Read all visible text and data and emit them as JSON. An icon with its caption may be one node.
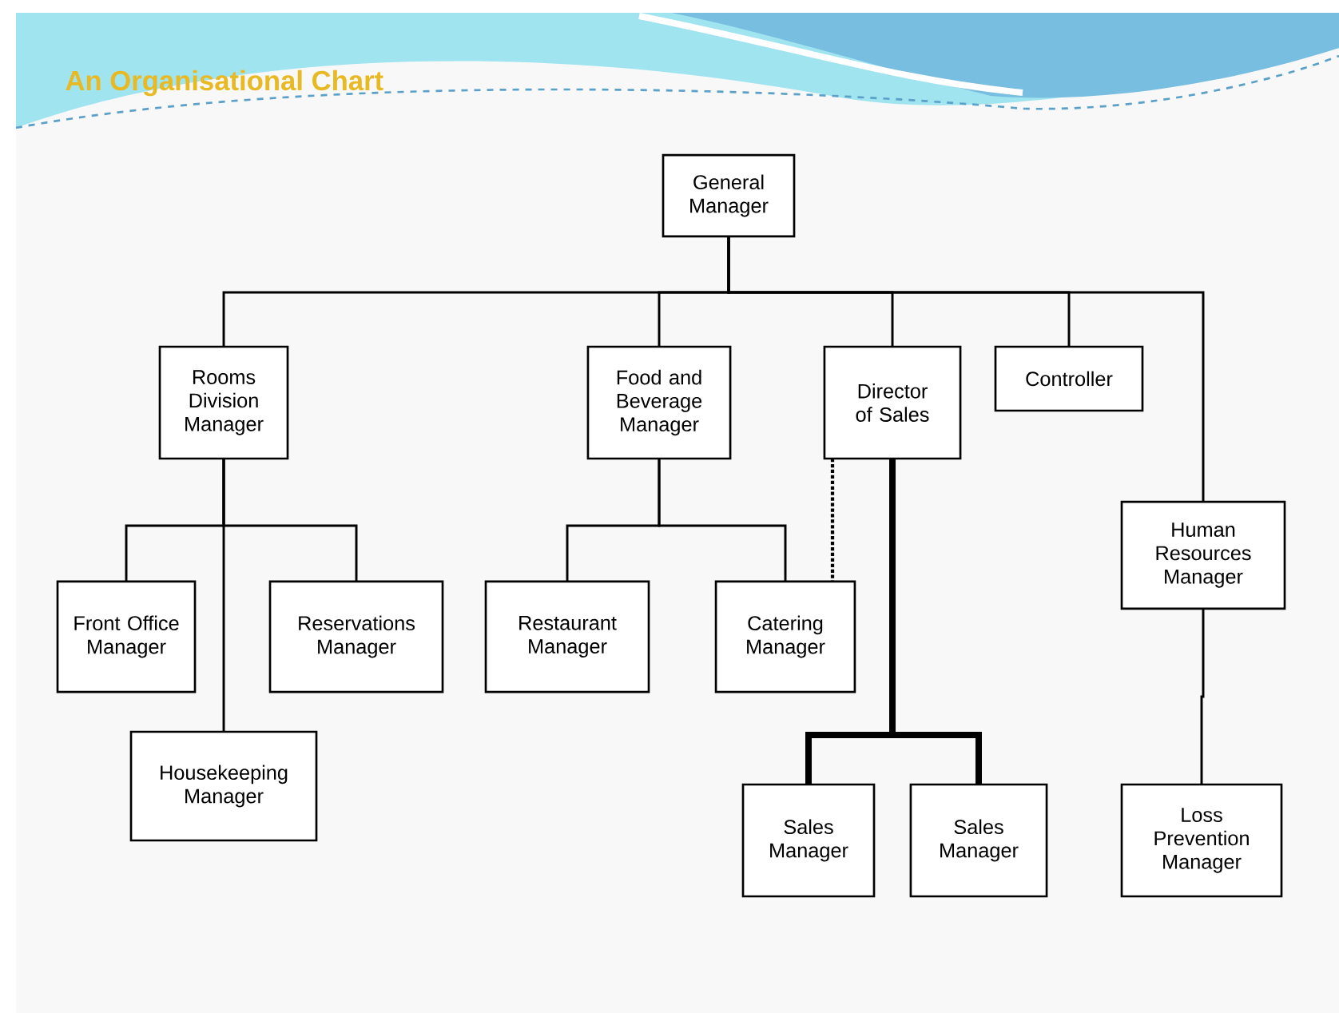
{
  "diagram": {
    "title": "An Organisational Chart",
    "nodes": [
      {
        "text": [
          "General Manager"
        ]
      },
      {
        "text": [
          "Rooms Division Manager"
        ]
      },
      {
        "text": [
          "Food and Beverage Manager"
        ]
      },
      {
        "text": [
          "Director of Sales"
        ]
      },
      {
        "text": [
          "Controller"
        ]
      },
      {
        "text": [
          "Human Resources Manager"
        ]
      },
      {
        "text": [
          "Front Office Manager"
        ]
      },
      {
        "text": [
          "Reservations Manager"
        ]
      },
      {
        "text": [
          "Housekeeping Manager"
        ]
      },
      {
        "text": [
          "Restaurant Manager"
        ]
      },
      {
        "text": [
          "Catering Manager"
        ]
      },
      {
        "text": [
          "Sales Manager"
        ]
      },
      {
        "text": [
          "Sales Manager"
        ]
      },
      {
        "text": [
          "Loss Prevention Manager"
        ]
      }
    ],
    "edges": [
      {
        "from": 0,
        "to": 1,
        "arrow": "none"
      },
      {
        "from": 0,
        "to": 2,
        "arrow": "none"
      },
      {
        "from": 0,
        "to": 3,
        "arrow": "none"
      },
      {
        "from": 0,
        "to": 4,
        "arrow": "none"
      },
      {
        "from": 0,
        "to": 5,
        "arrow": "none"
      },
      {
        "from": 1,
        "to": 6,
        "arrow": "none"
      },
      {
        "from": 1,
        "to": 7,
        "arrow": "none"
      },
      {
        "from": 1,
        "to": 8,
        "arrow": "none"
      },
      {
        "from": 2,
        "to": 9,
        "arrow": "none"
      },
      {
        "from": 2,
        "to": 10,
        "arrow": "none"
      },
      {
        "from": 3,
        "to": 10,
        "arrow": "none",
        "style": "dashed"
      },
      {
        "from": 3,
        "to": 11,
        "arrow": "none",
        "style": "thick"
      },
      {
        "from": 3,
        "to": 12,
        "arrow": "none",
        "style": "thick"
      },
      {
        "from": 5,
        "to": 13,
        "arrow": "none"
      }
    ]
  }
}
